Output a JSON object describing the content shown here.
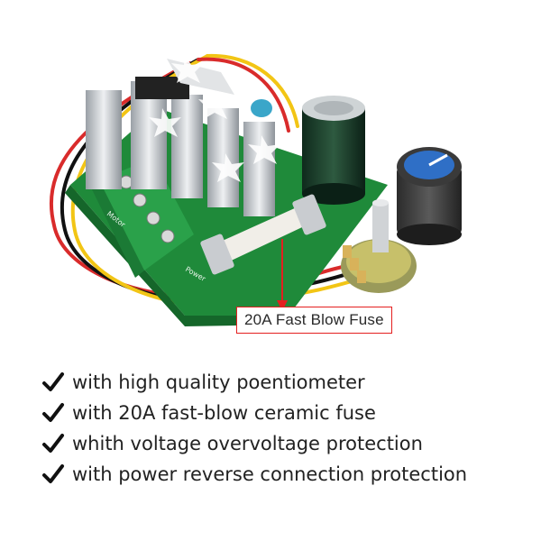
{
  "callout": {
    "label": "20A Fast Blow Fuse",
    "color": "#e41f1f"
  },
  "features": [
    {
      "icon": "check-mark-icon",
      "text": "with high quality poentiometer"
    },
    {
      "icon": "check-mark-icon",
      "text": "with 20A fast-blow ceramic fuse"
    },
    {
      "icon": "check-mark-icon",
      "text": "whith voltage overvoltage protection"
    },
    {
      "icon": "check-mark-icon",
      "text": "with power reverse connection protection"
    }
  ],
  "board": {
    "terminal_labels": [
      "Motor",
      "Power"
    ],
    "pcb_color": "#1f8a3a",
    "heatsink_color": "#c9ccd0",
    "knob_color": "#2f6fc6"
  }
}
